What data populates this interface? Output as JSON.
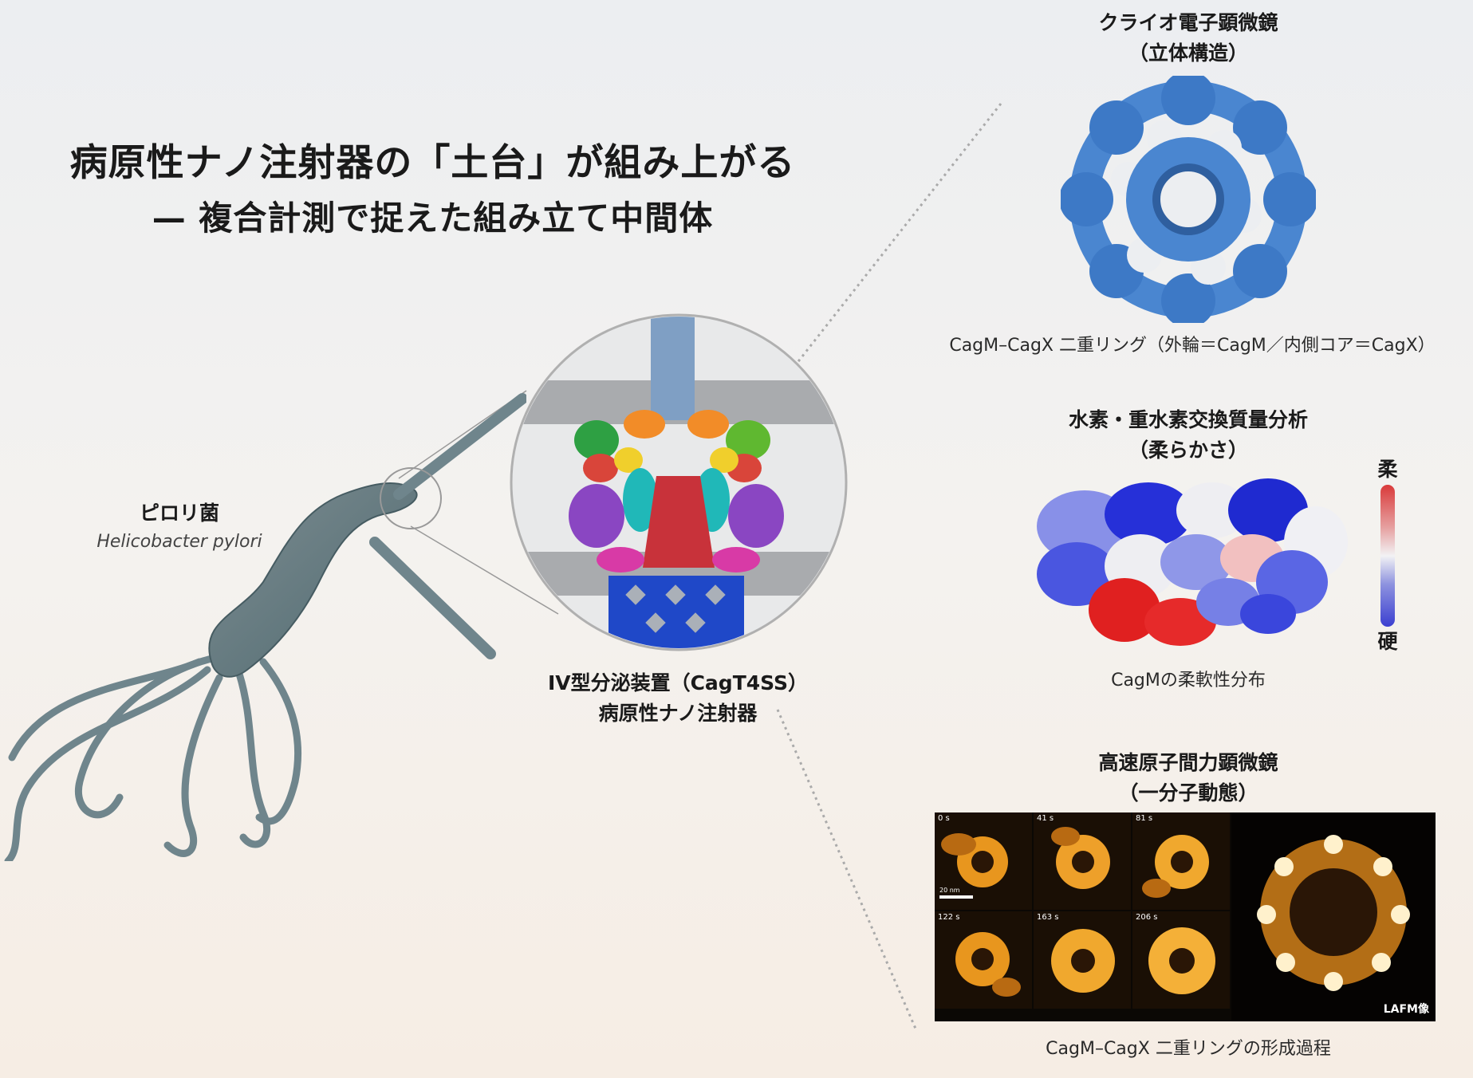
{
  "title": {
    "line1": "病原性ナノ注射器の「土台」が組み上がる",
    "line2": "— 複合計測で捉えた組み立て中間体"
  },
  "bacterium": {
    "name": "ピロリ菌",
    "species": "Helicobacter pylori"
  },
  "secretion_system": {
    "line1": "IV型分泌装置（CagT4SS）",
    "line2": "病原性ナノ注射器"
  },
  "cryo_em": {
    "label_line1": "クライオ電子顕微鏡",
    "label_line2": "（立体構造）",
    "caption": "CagM–CagX 二重リング（外輪＝CagM／内側コア＝CagX）"
  },
  "hdx": {
    "label_line1": "水素・重水素交換質量分析",
    "label_line2": "（柔らかさ）",
    "caption": "CagMの柔軟性分布",
    "scale_top": "柔",
    "scale_bottom": "硬"
  },
  "hs_afm": {
    "label_line1": "高速原子間力顕微鏡",
    "label_line2": "（一分子動態）",
    "caption": "CagM–CagX 二重リングの形成過程",
    "frames": [
      "0 s",
      "41 s",
      "81 s",
      "122 s",
      "163 s",
      "206 s"
    ],
    "scale_label": "20 nm",
    "lafm_label": "LAFM像"
  },
  "colors": {
    "cryo_blue": "#4a86d0",
    "hdx_red": "#e02020",
    "hdx_blue": "#2a2ad8",
    "afm_orange": "#f0a020"
  }
}
